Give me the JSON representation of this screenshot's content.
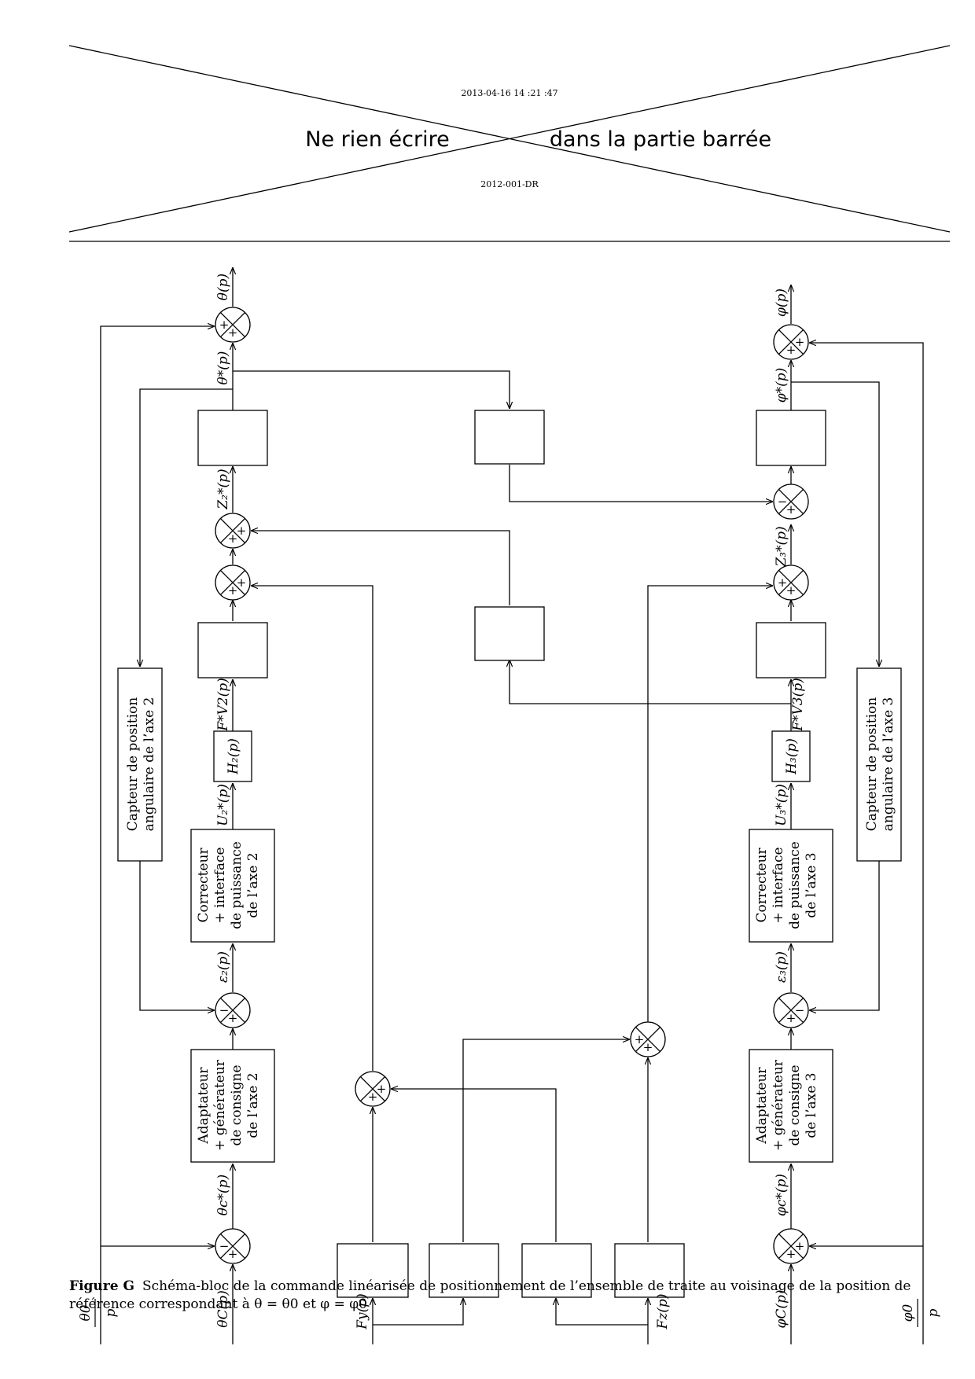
{
  "header": {
    "timestamp": "2013-04-16 14 :21 :47",
    "warning_left": "Ne rien écrire",
    "warning_right": "dans la partie barrée",
    "doc_code": "2012-001-DR"
  },
  "axis2": {
    "output": "θ(p)",
    "theta_star": "θ*(p)",
    "z2": "Z₂*(p)",
    "fv2": "F*V2(p)",
    "h2": "H₂(p)",
    "u2": "U₂*(p)",
    "corrector_lines": [
      "Correcteur",
      "+ interface",
      "de puissance",
      "de l’axe 2"
    ],
    "eps2": "ε₂(p)",
    "adapter_lines": [
      "Adaptateur",
      "+ générateur",
      "de consigne",
      "de l’axe 2"
    ],
    "theta_c_star": "θc*(p)",
    "theta_c": "θC(p)",
    "sensor_lines": [
      "Capteur de position",
      "angulaire de l’axe 2"
    ]
  },
  "axis3": {
    "output": "φ(p)",
    "phi_star": "φ*(p)",
    "z3": "Z₃*(p)",
    "fv3": "F*V3(p)",
    "h3": "H₃(p)",
    "u3": "U₃*(p)",
    "corrector_lines": [
      "Correcteur",
      "+ interface",
      "de puissance",
      "de l’axe 3"
    ],
    "eps3": "ε₃(p)",
    "adapter_lines": [
      "Adaptateur",
      "+ générateur",
      "de consigne",
      "de l’axe 3"
    ],
    "phi_c_star": "φc*(p)",
    "phi_c": "φC(p)",
    "sensor_lines": [
      "Capteur de position",
      "angulaire de l’axe 3"
    ]
  },
  "inputs": {
    "theta0_num": "θ0",
    "theta0_den": "p",
    "phi0_num": "φ0",
    "phi0_den": "p",
    "fy": "Fy(p)",
    "fz": "Fz(p)"
  },
  "caption": {
    "label": "Figure G",
    "text": "Schéma-bloc de la commande linéarisée de positionnement de l’ensemble de traite au voisinage de la position de référence correspondant à θ = θ0 et φ = φ0"
  }
}
